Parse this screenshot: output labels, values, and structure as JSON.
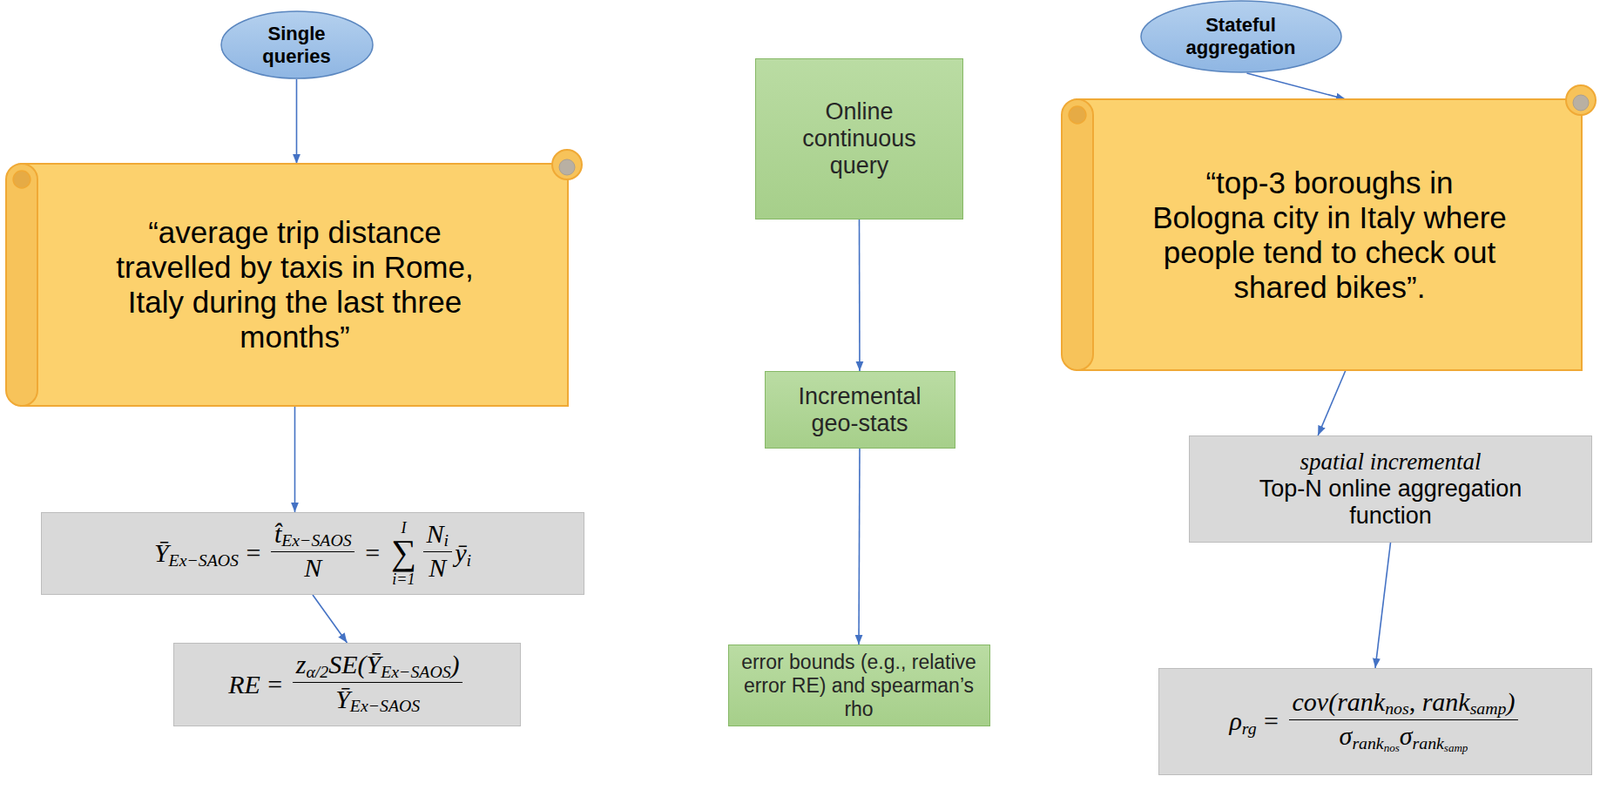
{
  "diagram": {
    "nodes": [
      {
        "text": [
          "Single queries"
        ]
      },
      {
        "text": [
          "“average trip distance travelled by taxis in Rome, Italy during the last three months”"
        ]
      },
      {
        "text": [
          "Ȳ",
          "Ex−SAOS",
          "=",
          "t̂",
          "Ex−SAOS",
          "N",
          "=",
          "∑",
          "i=1",
          "I",
          "N",
          "i",
          "N",
          "ȳ",
          "i"
        ]
      },
      {
        "text": [
          "RE",
          "=",
          "z",
          "α/2",
          "SE(",
          "Ȳ",
          "Ex−SAOS",
          ")",
          "Ȳ",
          "Ex−SAOS"
        ]
      },
      {
        "text": [
          "Online continuous query"
        ]
      },
      {
        "text": [
          "Incremental geo-stats"
        ]
      },
      {
        "text": [
          "error bounds (e.g., relative error RE) and spearman’s rho"
        ]
      },
      {
        "text": [
          "Stateful aggregation"
        ]
      },
      {
        "text": [
          "“top-3 boroughs in Bologna city in Italy where people tend to check out shared bikes”."
        ]
      },
      {
        "text": [
          "spatial incremental",
          "Top-N online aggregation function"
        ]
      },
      {
        "text": [
          "ρ",
          "rg",
          "=",
          "cov(",
          "rank",
          "nos",
          ",",
          "rank",
          "samp",
          ")",
          "σ",
          "rank",
          "nos",
          "σ",
          "rank",
          "samp"
        ]
      }
    ],
    "edges": [
      {
        "from": 0,
        "to": 1,
        "arrow": "to"
      },
      {
        "from": 1,
        "to": 2,
        "arrow": "to"
      },
      {
        "from": 2,
        "to": 3,
        "arrow": "to"
      },
      {
        "from": 4,
        "to": 5,
        "arrow": "to"
      },
      {
        "from": 5,
        "to": 6,
        "arrow": "to"
      },
      {
        "from": 7,
        "to": 8,
        "arrow": "to"
      },
      {
        "from": 8,
        "to": 9,
        "arrow": "to"
      },
      {
        "from": 9,
        "to": 10,
        "arrow": "to"
      }
    ]
  }
}
